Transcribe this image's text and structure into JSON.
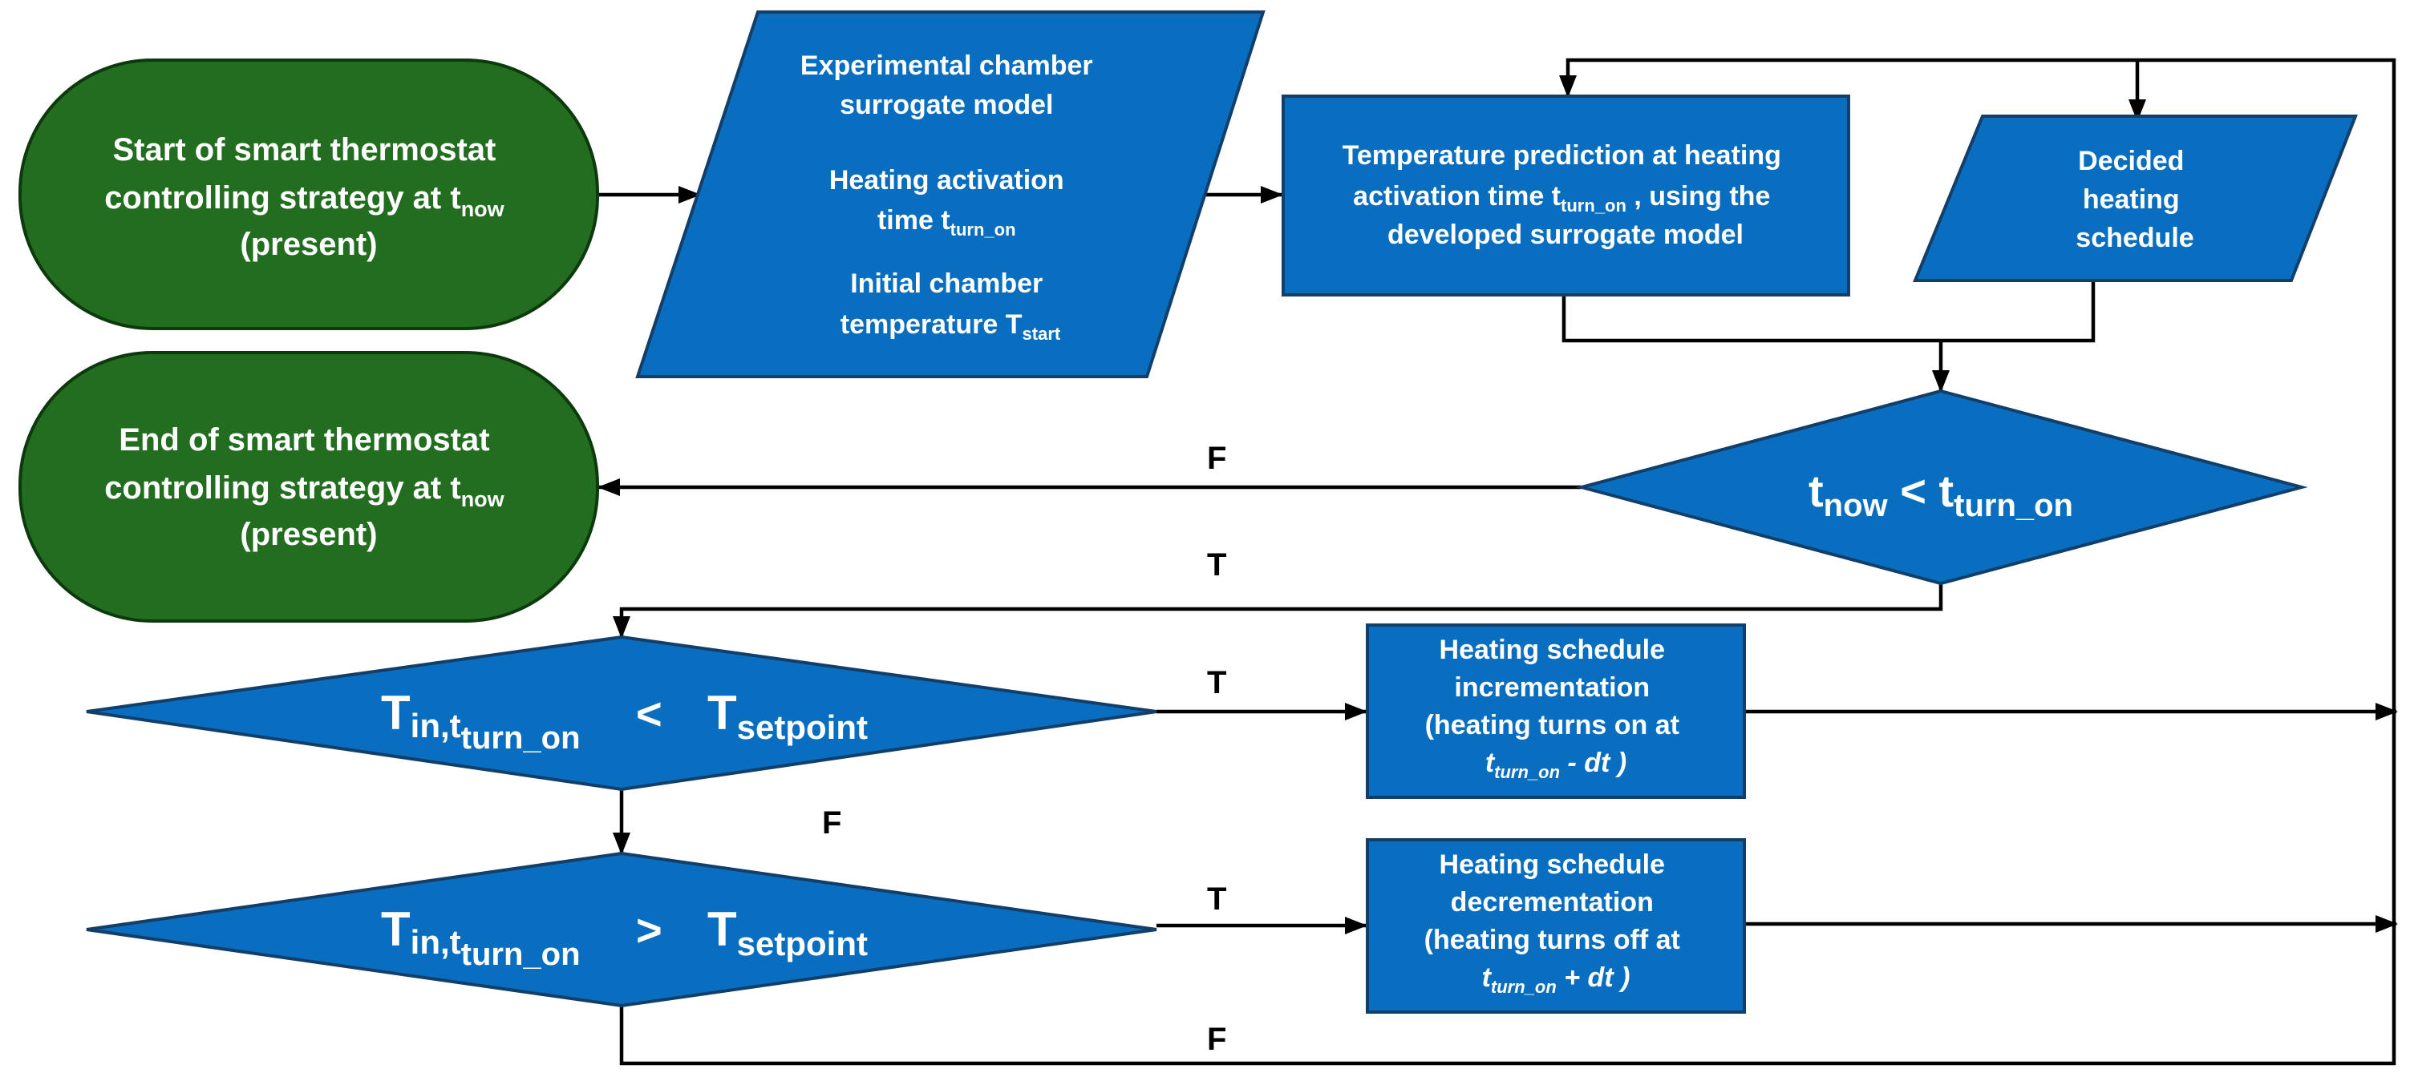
{
  "colors": {
    "terminal_fill": "#236D21",
    "terminal_stroke": "#0D3A0D",
    "process_fill": "#0A6EC0",
    "process_stroke": "#123F6A",
    "line": "#000000"
  },
  "nodes": {
    "start": {
      "line1": "Start of smart thermostat",
      "line2_main": "controlling strategy at t",
      "line2_sub": "now",
      "line3": "(present)"
    },
    "inputs": {
      "model_line1": "Experimental chamber",
      "model_line2": "surrogate model",
      "activation_line1": "Heating activation",
      "activation_line2_main": "time t",
      "activation_line2_sub": "turn_on",
      "initial_line1": "Initial chamber",
      "initial_line2_main": "temperature T",
      "initial_line2_sub": "start"
    },
    "prediction": {
      "line1": "Temperature prediction at heating",
      "line2_main": "activation time t",
      "line2_sub": "turn_on",
      "line2_rest": " , using the",
      "line3": "developed surrogate model"
    },
    "schedule": {
      "line1": "Decided",
      "line2": "heating",
      "line3": "schedule"
    },
    "end": {
      "line1": "End of smart thermostat",
      "line2_main": "controlling strategy at t",
      "line2_sub": "now",
      "line3": "(present)"
    },
    "decision_time": {
      "left_main": "t",
      "left_sub": "now",
      "operator": " < ",
      "right_main": "t",
      "right_sub": "turn_on"
    },
    "decision_less": {
      "left_main": "T",
      "left_sub": "in,t",
      "left_subsub": "turn_on",
      "operator": "<",
      "right_main": "T",
      "right_sub": "setpoint"
    },
    "decision_greater": {
      "left_main": "T",
      "left_sub": "in,t",
      "left_subsub": "turn_on",
      "operator": ">",
      "right_main": "T",
      "right_sub": "setpoint"
    },
    "increment": {
      "line1": "Heating schedule",
      "line2": "incrementation",
      "line3": "(heating turns on at",
      "line4_main": "t",
      "line4_sub": "turn_on",
      "line4_rest": " - dt )"
    },
    "decrement": {
      "line1": "Heating schedule",
      "line2": "decrementation",
      "line3": "(heating turns off at",
      "line4_main": "t",
      "line4_sub": "turn_on",
      "line4_rest": " + dt )"
    }
  },
  "edge_labels": {
    "time_false": "F",
    "time_true": "T",
    "less_true": "T",
    "less_false": "F",
    "greater_true": "T",
    "greater_false": "F"
  }
}
